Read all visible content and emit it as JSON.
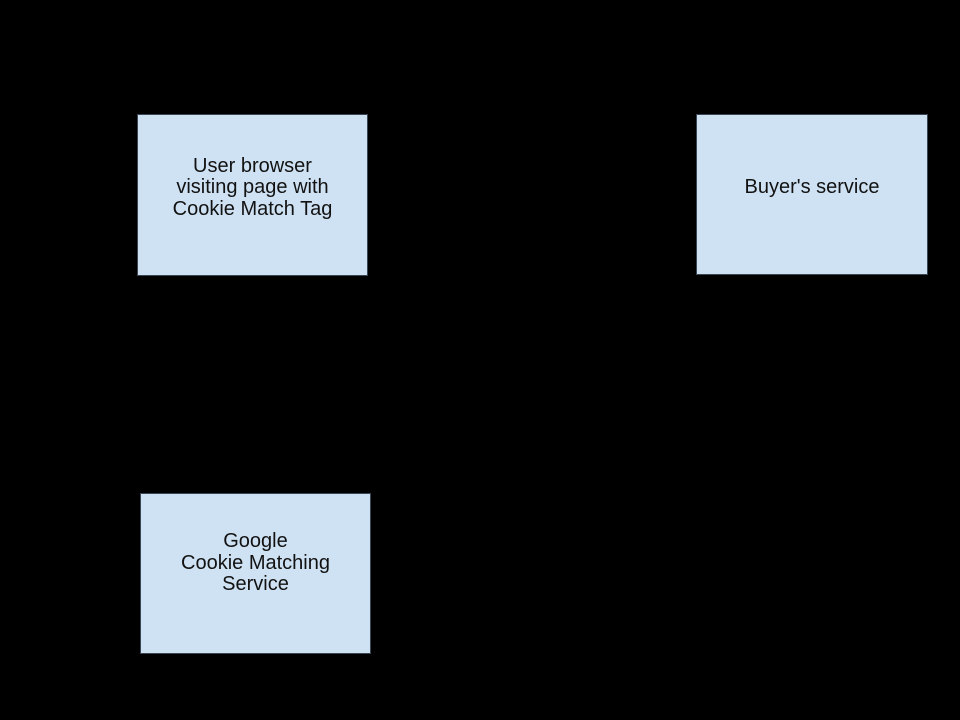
{
  "canvas": {
    "background_color": "#000000"
  },
  "diagram": {
    "description": "Cookie matching flow diagram with three entity boxes on a black background; no arrows or other labels are visible",
    "node_fill_color": "#cfe2f3",
    "node_border_color": "#3a4653",
    "node_text_color": "#121212",
    "nodes": [
      {
        "id": "user-browser",
        "label": "User browser\nvisiting page with\nCookie Match Tag"
      },
      {
        "id": "buyers-service",
        "label": "Buyer's service"
      },
      {
        "id": "google-cookie-matching-service",
        "label": "Google\nCookie Matching\nService"
      }
    ]
  }
}
